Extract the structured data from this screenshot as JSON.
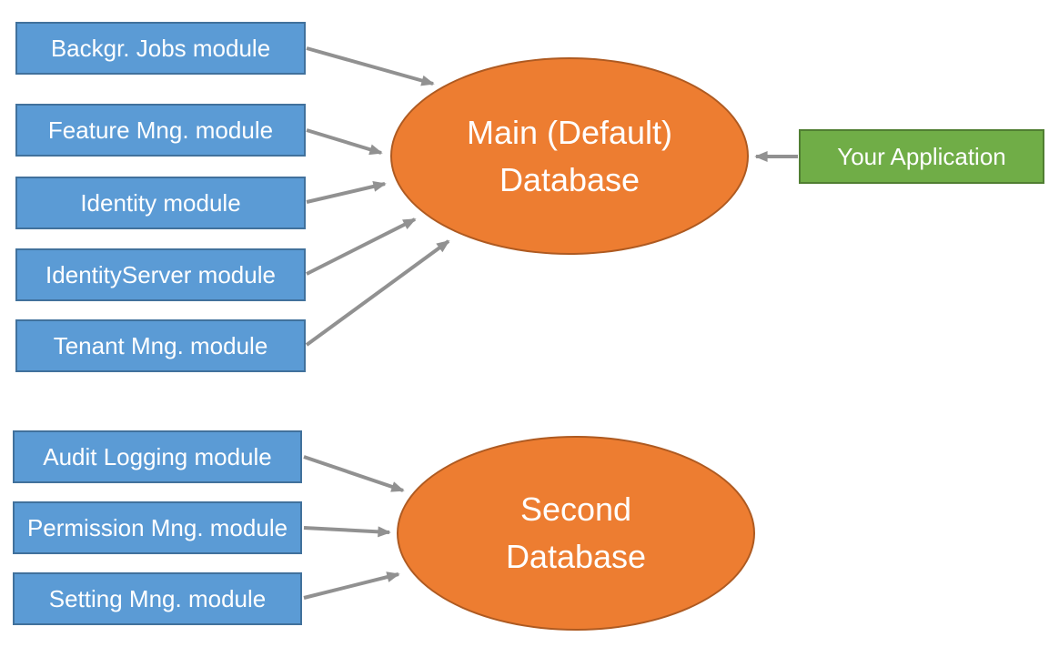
{
  "colors": {
    "module_fill": "#5B9BD5",
    "module_border": "#41719C",
    "db_fill": "#ED7D31",
    "db_border": "#AE5A21",
    "app_fill": "#70AD47",
    "app_border": "#507E32",
    "arrow": "#919191",
    "text": "#FFFFFF"
  },
  "nodes": {
    "main_db": {
      "line1": "Main (Default)",
      "line2": "Database"
    },
    "second_db": {
      "line1": "Second",
      "line2": "Database"
    },
    "application": {
      "label": "Your Application"
    },
    "main_modules": [
      {
        "label": "Backgr. Jobs module"
      },
      {
        "label": "Feature Mng. module"
      },
      {
        "label": "Identity module"
      },
      {
        "label": "IdentityServer module"
      },
      {
        "label": "Tenant Mng. module"
      }
    ],
    "second_modules": [
      {
        "label": "Audit Logging module"
      },
      {
        "label": "Permission Mng. module"
      },
      {
        "label": "Setting Mng. module"
      }
    ]
  },
  "edges": {
    "description": "Arrows from each module box to its database ellipse; arrow from Your Application to Main (Default) Database"
  }
}
